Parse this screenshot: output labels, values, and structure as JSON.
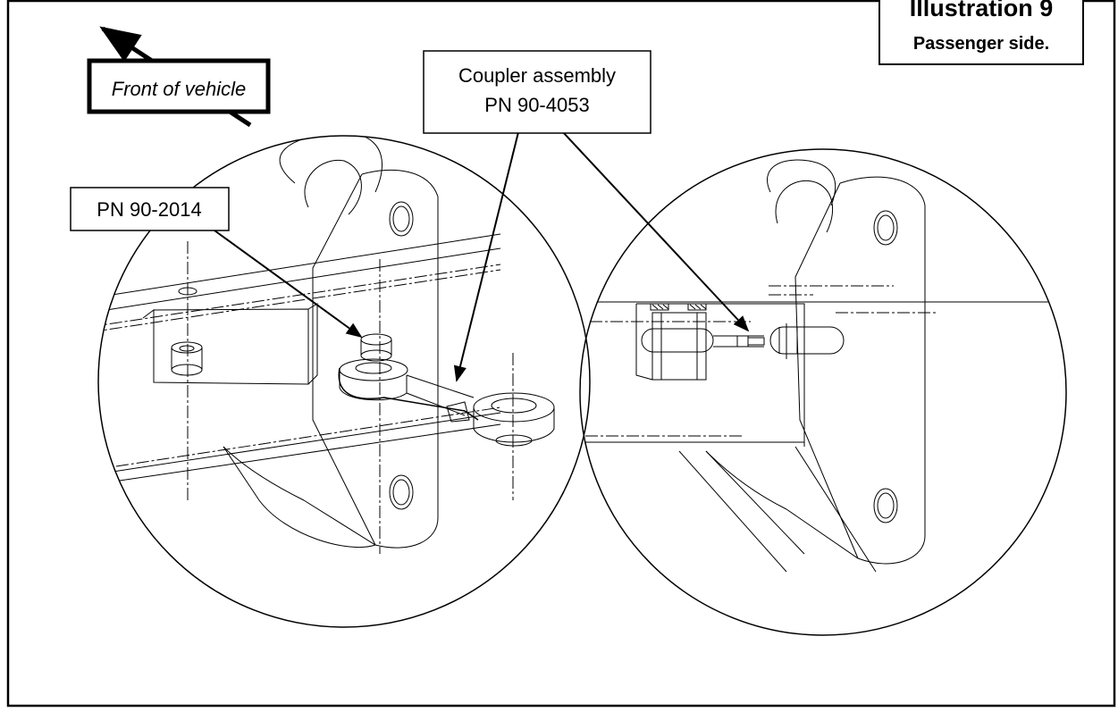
{
  "title": {
    "line1": "Illustration 9",
    "line2": "Passenger side."
  },
  "labels": {
    "front": "Front of vehicle",
    "coupler_line1": "Coupler assembly",
    "coupler_line2": "PN 90-4053",
    "bushing": "PN  90-2014"
  }
}
